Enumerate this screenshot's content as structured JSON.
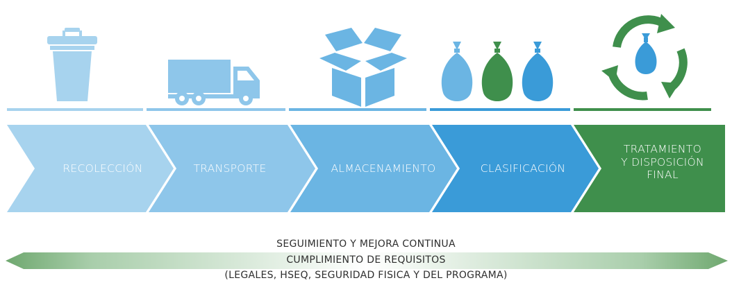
{
  "process": {
    "steps": [
      {
        "label": "RECOLECCIÓN",
        "icon": "trash-can-icon",
        "color": "#a7d3ee"
      },
      {
        "label": "TRANSPORTE",
        "icon": "truck-icon",
        "color": "#8ec6ea"
      },
      {
        "label": "ALMACENAMIENTO",
        "icon": "open-box-icon",
        "color": "#6bb5e3"
      },
      {
        "label": "CLASIFICACIÓN",
        "icon": "garbage-bags-icon",
        "color": "#3a9bd8"
      },
      {
        "label": "TRATAMIENTO\nY DISPOSICIÓN\nFINAL",
        "icon": "recycle-bag-icon",
        "color": "#3f8f4c"
      }
    ]
  },
  "banner": {
    "line1": "SEGUIMIENTO Y MEJORA CONTINUA",
    "line2": "CUMPLIMIENTO DE REQUISITOS",
    "line3": "(LEGALES, HSEQ, SEGURIDAD FISICA Y DEL PROGRAMA)",
    "colors": {
      "edge": "#6fa86f",
      "center": "#ffffff"
    }
  },
  "colors": {
    "light_blue": "#a7d3ee",
    "mid_blue": "#6bb5e3",
    "blue": "#3a9bd8",
    "green": "#3f8f4c"
  }
}
